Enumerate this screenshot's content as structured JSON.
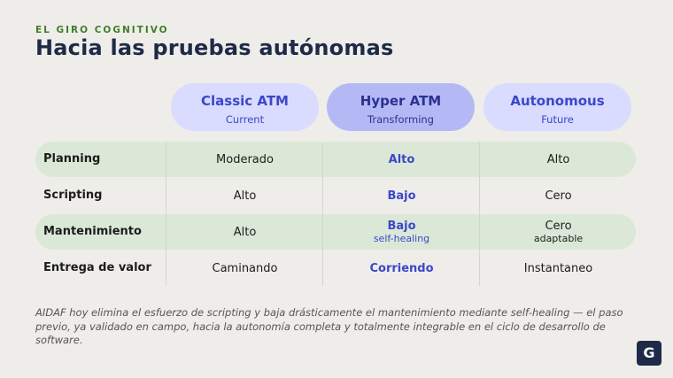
{
  "header": {
    "eyebrow": "EL GIRO COGNITIVO",
    "title": "Hacia las pruebas autónomas"
  },
  "columns": [
    {
      "name": "Classic ATM",
      "sub": "Current"
    },
    {
      "name": "Hyper ATM",
      "sub": "Transforming"
    },
    {
      "name": "Autonomous",
      "sub": "Future"
    }
  ],
  "rows": [
    {
      "label": "Planning",
      "cells": [
        {
          "main": "Moderado",
          "note": ""
        },
        {
          "main": "Alto",
          "note": ""
        },
        {
          "main": "Alto",
          "note": ""
        }
      ]
    },
    {
      "label": "Scripting",
      "cells": [
        {
          "main": "Alto",
          "note": ""
        },
        {
          "main": "Bajo",
          "note": ""
        },
        {
          "main": "Cero",
          "note": ""
        }
      ]
    },
    {
      "label": "Mantenimiento",
      "cells": [
        {
          "main": "Alto",
          "note": ""
        },
        {
          "main": "Bajo",
          "note": "self-healing"
        },
        {
          "main": "Cero",
          "note": "adaptable"
        }
      ]
    },
    {
      "label": "Entrega de valor",
      "cells": [
        {
          "main": "Caminando",
          "note": ""
        },
        {
          "main": "Corriendo",
          "note": ""
        },
        {
          "main": "Instantaneo",
          "note": ""
        }
      ]
    }
  ],
  "footnote": "AIDAF hoy elimina el esfuerzo de scripting y baja drásticamente el mantenimiento mediante self-healing — el paso previo, ya validado en campo, hacia la autonomía completa y totalmente integrable en el ciclo de desarrollo de software.",
  "logo": "G",
  "colors": {
    "accent": "#3b47c9",
    "navy": "#1e2a48",
    "green": "#3f7d2a"
  }
}
